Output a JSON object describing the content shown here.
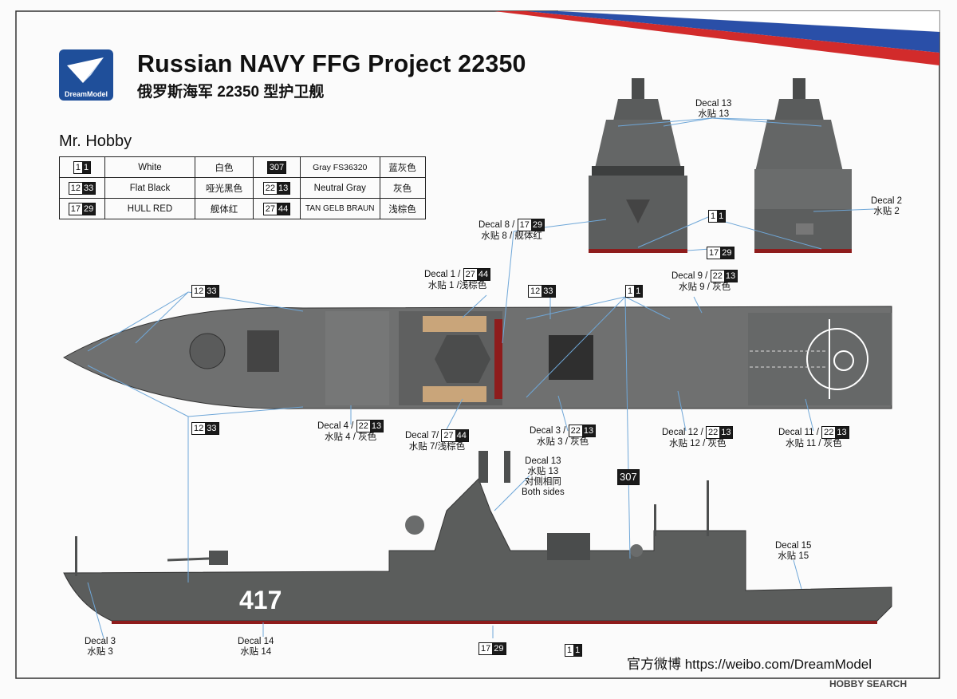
{
  "header": {
    "logo_text": "DreamModel",
    "title": "Russian NAVY FFG Project 22350",
    "subtitle": "俄罗斯海军 22350 型护卫舰",
    "paint_brand": "Mr. Hobby"
  },
  "paint_table": [
    {
      "code_a": "1",
      "code_b": "1",
      "name": "White",
      "cn": "白色",
      "code2": "307",
      "name2": "Gray FS36320",
      "cn2": "蓝灰色"
    },
    {
      "code_a": "12",
      "code_b": "33",
      "name": "Flat Black",
      "cn": "哑光黑色",
      "code2a": "22",
      "code2b": "13",
      "name2": "Neutral Gray",
      "cn2": "灰色"
    },
    {
      "code_a": "17",
      "code_b": "29",
      "name": "HULL RED",
      "cn": "舰体红",
      "code2a": "27",
      "code2b": "44",
      "name2": "TAN GELB BRAUN",
      "cn2": "浅棕色"
    }
  ],
  "colors": {
    "hull_gray": "#595b5a",
    "deck_gray": "#6f7070",
    "hull_red": "#8e1c1c",
    "deck_tan": "#c9a57a",
    "flag_white": "#ffffff",
    "flag_blue": "#2a4fa8",
    "flag_red": "#d22b2b"
  },
  "badges": {
    "b1233": {
      "a": "12",
      "b": "33"
    },
    "b11": {
      "a": "1",
      "b": "1"
    },
    "b1729": {
      "a": "17",
      "b": "29"
    },
    "b2213": {
      "a": "22",
      "b": "13"
    },
    "b2744": {
      "a": "27",
      "b": "44"
    },
    "b307": "307"
  },
  "labels": {
    "decal13_top_en": "Decal 13",
    "decal13_top_cn": "水贴 13",
    "decal2_en": "Decal 2",
    "decal2_cn": "水贴 2",
    "decal8_en": "Decal 8 /",
    "decal8_cn": "水贴 8 / 舰体红",
    "decal1_en": "Decal 1 /",
    "decal1_cn": "水贴 1 /浅棕色",
    "decal9_en": "Decal 9 /",
    "decal9_cn": "水贴 9 / 灰色",
    "decal4_en": "Decal 4 /",
    "decal4_cn": "水贴 4 / 灰色",
    "decal7_en": "Decal 7/",
    "decal7_cn": "水贴 7/浅棕色",
    "decal3_mid_en": "Decal 3 /",
    "decal3_mid_cn": "水贴 3 / 灰色",
    "decal12_en": "Decal 12 /",
    "decal12_cn": "水贴 12 / 灰色",
    "decal11_en": "Decal 11 /",
    "decal11_cn": "水贴 11 / 灰色",
    "decal13_side_en": "Decal 13",
    "decal13_side_cn": "水贴 13",
    "decal13_side_cn2": "对侧相同",
    "decal13_side_en2": "Both sides",
    "decal15_en": "Decal 15",
    "decal15_cn": "水贴 15",
    "decal3_bot_en": "Decal 3",
    "decal3_bot_cn": "水贴 3",
    "decal14_en": "Decal 14",
    "decal14_cn": "水贴 14"
  },
  "hull_number": "417",
  "footer": "官方微博  https://weibo.com/DreamModel",
  "watermark": "HOBBY SEARCH"
}
